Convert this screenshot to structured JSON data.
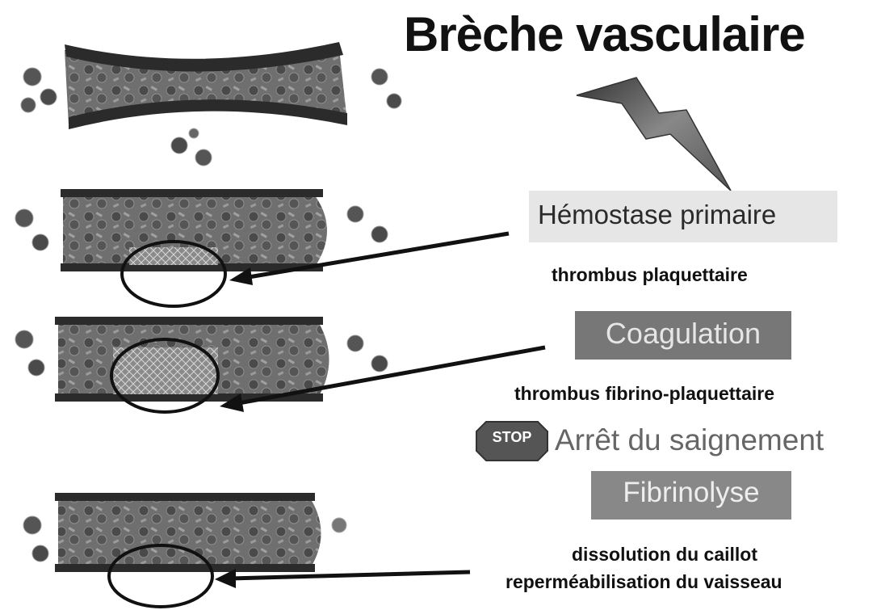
{
  "title": "Brèche vasculaire",
  "steps": [
    {
      "label": "Hémostase primaire",
      "caption": "thrombus plaquettaire"
    },
    {
      "label": "Coagulation",
      "caption": "thrombus fibrino-plaquettaire"
    },
    {
      "stop_badge": "STOP",
      "label": "Arrêt du saignement"
    },
    {
      "label": "Fibrinolyse",
      "caption": [
        "dissolution du caillot",
        "reperméabilisation du vaisseau"
      ]
    }
  ],
  "icons": {
    "lightning": "lightning-bolt-icon",
    "stop": "stop-sign-icon"
  },
  "colors": {
    "box_light": "#e6e6e6",
    "box_dark": "#777777",
    "vessel_wall": "#2b2b2b",
    "vessel_lumen": "#6a6a6a"
  }
}
